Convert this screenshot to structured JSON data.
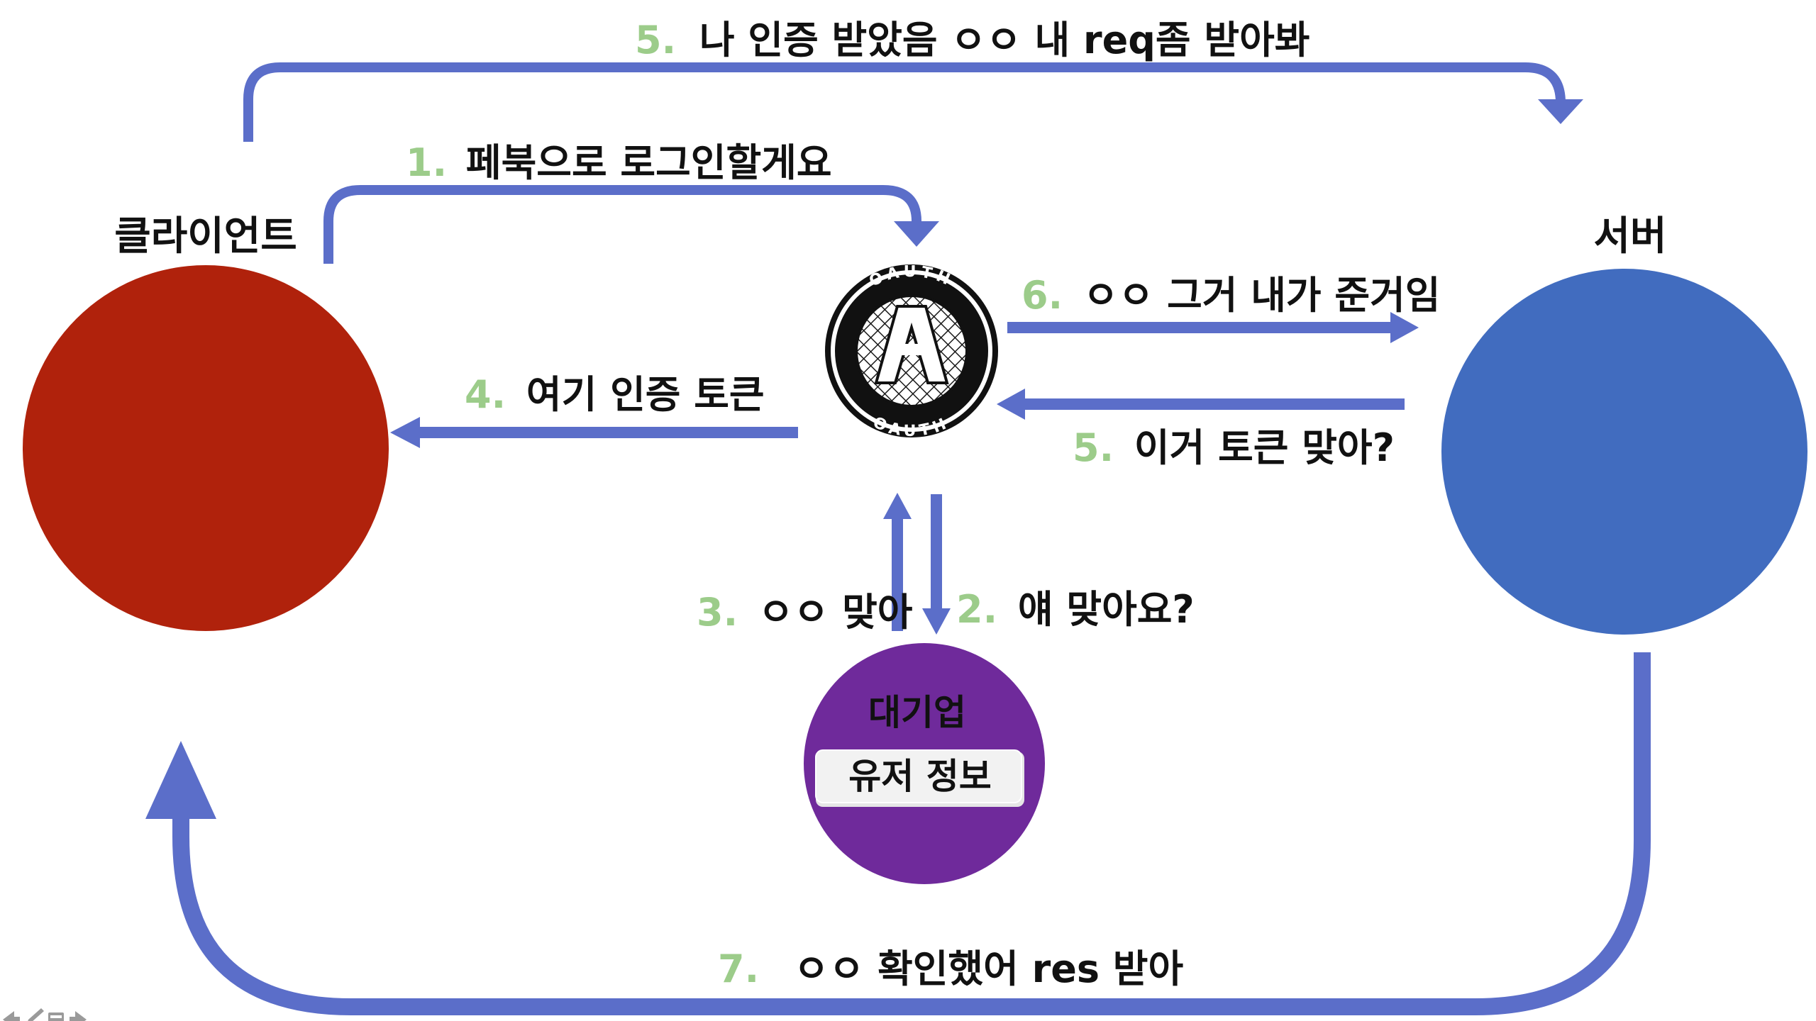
{
  "colors": {
    "arrow": "#5b6ec9",
    "step_number": "#9ccc8a",
    "client_node": "#b0220c",
    "server_node": "#416cbf",
    "corp_node": "#6f2a9b",
    "user_info_box": "#f2f2f2"
  },
  "nodes": {
    "client": {
      "title": "클라이언트"
    },
    "server": {
      "title": "서버"
    },
    "oauth": {
      "icon": "oauth-logo-icon",
      "ring_top": "OAUTH",
      "ring_bottom": "OAUTH"
    },
    "corp": {
      "title": "대기업",
      "box_label": "유저 정보"
    }
  },
  "steps": [
    {
      "num": "1.",
      "text": "페북으로 로그인할게요"
    },
    {
      "num": "2.",
      "text": "얘 맞아요?"
    },
    {
      "num": "3.",
      "text": "ㅇㅇ 맞아"
    },
    {
      "num": "4.",
      "text": "여기 인증 토큰"
    },
    {
      "num": "5.",
      "text": "나 인증 받았음 ㅇㅇ 내 req좀 받아봐"
    },
    {
      "num": "5.",
      "text": "이거 토큰 맞아?"
    },
    {
      "num": "6.",
      "text": "ㅇㅇ 그거 내가 준거임"
    },
    {
      "num": "7.",
      "text": "ㅇㅇ 확인했어 res 받아"
    }
  ],
  "toolbar": {
    "icons": [
      "arrow-left-icon",
      "pencil-icon",
      "slides-icon",
      "arrow-right-icon"
    ]
  }
}
